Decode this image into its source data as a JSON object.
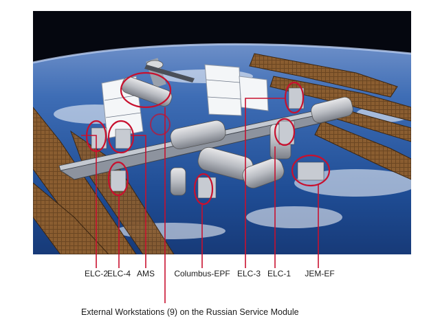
{
  "labels": {
    "elc2": "ELC-2",
    "elc4": "ELC-4",
    "ams": "AMS",
    "columbus": "Columbus-EPF",
    "elc3": "ELC-3",
    "elc1": "ELC-1",
    "jemef": "JEM-EF"
  },
  "caption": "External Workstations (9) on the Russian Service Module",
  "colors": {
    "callout": "#c8102e",
    "space": "#05070f",
    "earth": "#2a5fa8",
    "solar_panel": "#7a5326"
  }
}
